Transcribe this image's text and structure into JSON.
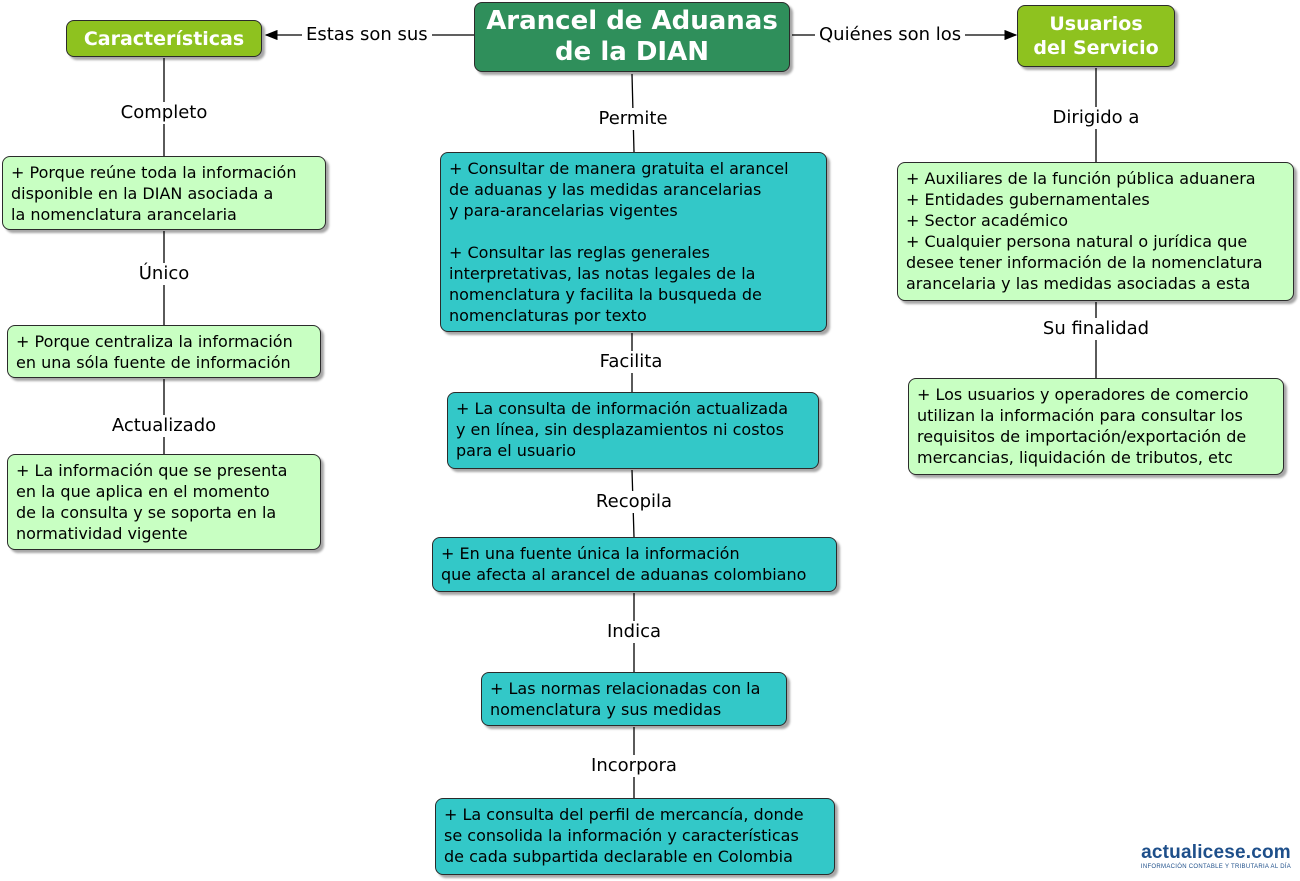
{
  "title": {
    "line1": "Arancel de Aduanas",
    "line2": "de la DIAN"
  },
  "left": {
    "header": "Características",
    "connector": "Estas son sus",
    "items": [
      {
        "label": "Completo",
        "lines": [
          "+ Porque reúne toda la información",
          "disponible en la DIAN asociada a",
          "la nomenclatura arancelaria"
        ]
      },
      {
        "label": "Único",
        "lines": [
          "+ Porque centraliza la información",
          "en una sóla fuente de información"
        ]
      },
      {
        "label": "Actualizado",
        "lines": [
          "+ La información que se presenta",
          "en la que aplica en el momento",
          "de la consulta y se soporta en la",
          "normatividad vigente"
        ]
      }
    ]
  },
  "center": {
    "items": [
      {
        "label": "Permite",
        "lines": [
          "+ Consultar de manera gratuita el arancel",
          "de aduanas y las medidas arancelarias",
          "y para-arancelarias vigentes",
          "",
          "+ Consultar las reglas generales",
          "interpretativas, las notas legales de la",
          "nomenclatura y facilita la busqueda de",
          "nomenclaturas por texto"
        ]
      },
      {
        "label": "Facilita",
        "lines": [
          "+ La consulta de información actualizada",
          "y en línea, sin desplazamientos ni costos",
          "para el usuario"
        ]
      },
      {
        "label": "Recopila",
        "lines": [
          "+ En una fuente única la información",
          "que afecta al arancel de aduanas colombiano"
        ]
      },
      {
        "label": "Indica",
        "lines": [
          "+ Las normas relacionadas con la",
          "nomenclatura y sus medidas"
        ]
      },
      {
        "label": "Incorpora",
        "lines": [
          "+ La consulta del perfil de mercancía, donde",
          "se consolida la información y características",
          "de cada subpartida declarable en Colombia"
        ]
      }
    ]
  },
  "right": {
    "header": {
      "line1": "Usuarios",
      "line2": "del Servicio"
    },
    "connector": "Quiénes son los",
    "items": [
      {
        "label": "Dirigido a",
        "lines": [
          "+  Auxiliares de la función pública aduanera",
          "+ Entidades gubernamentales",
          "+ Sector académico",
          "+ Cualquier persona natural o jurídica que",
          "desee tener información de la nomenclatura",
          "arancelaria y las medidas asociadas a esta"
        ]
      },
      {
        "label": "Su finalidad",
        "lines": [
          "+ Los usuarios y operadores de comercio",
          "utilizan la información para consultar los",
          "requisitos de importación/exportación de",
          "mercancias, liquidación de tributos, etc"
        ]
      }
    ]
  },
  "logo": {
    "name": "actualicese.com",
    "tagline": "INFORMACIÓN CONTABLE Y TRIBUTARIA AL DÍA"
  },
  "colors": {
    "title": "#2f8f5b",
    "header": "#8ec21f",
    "green_box": "#c8ffc2",
    "teal_box": "#33c8c8"
  }
}
